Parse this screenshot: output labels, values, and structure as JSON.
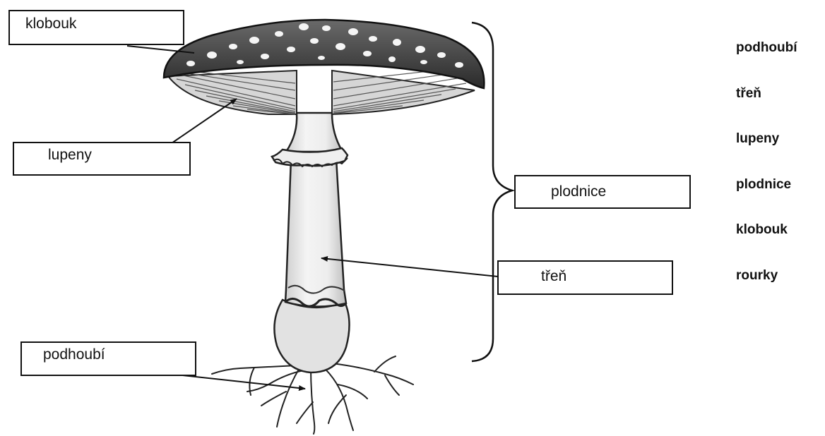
{
  "labels": {
    "klobouk": "klobouk",
    "lupeny": "lupeny",
    "plodnice": "plodnice",
    "tren": "třeň",
    "podhoubi": "podhoubí"
  },
  "word_bank": [
    "podhoubí",
    "třeň",
    "lupeny",
    "plodnice",
    "klobouk",
    "rourky"
  ]
}
